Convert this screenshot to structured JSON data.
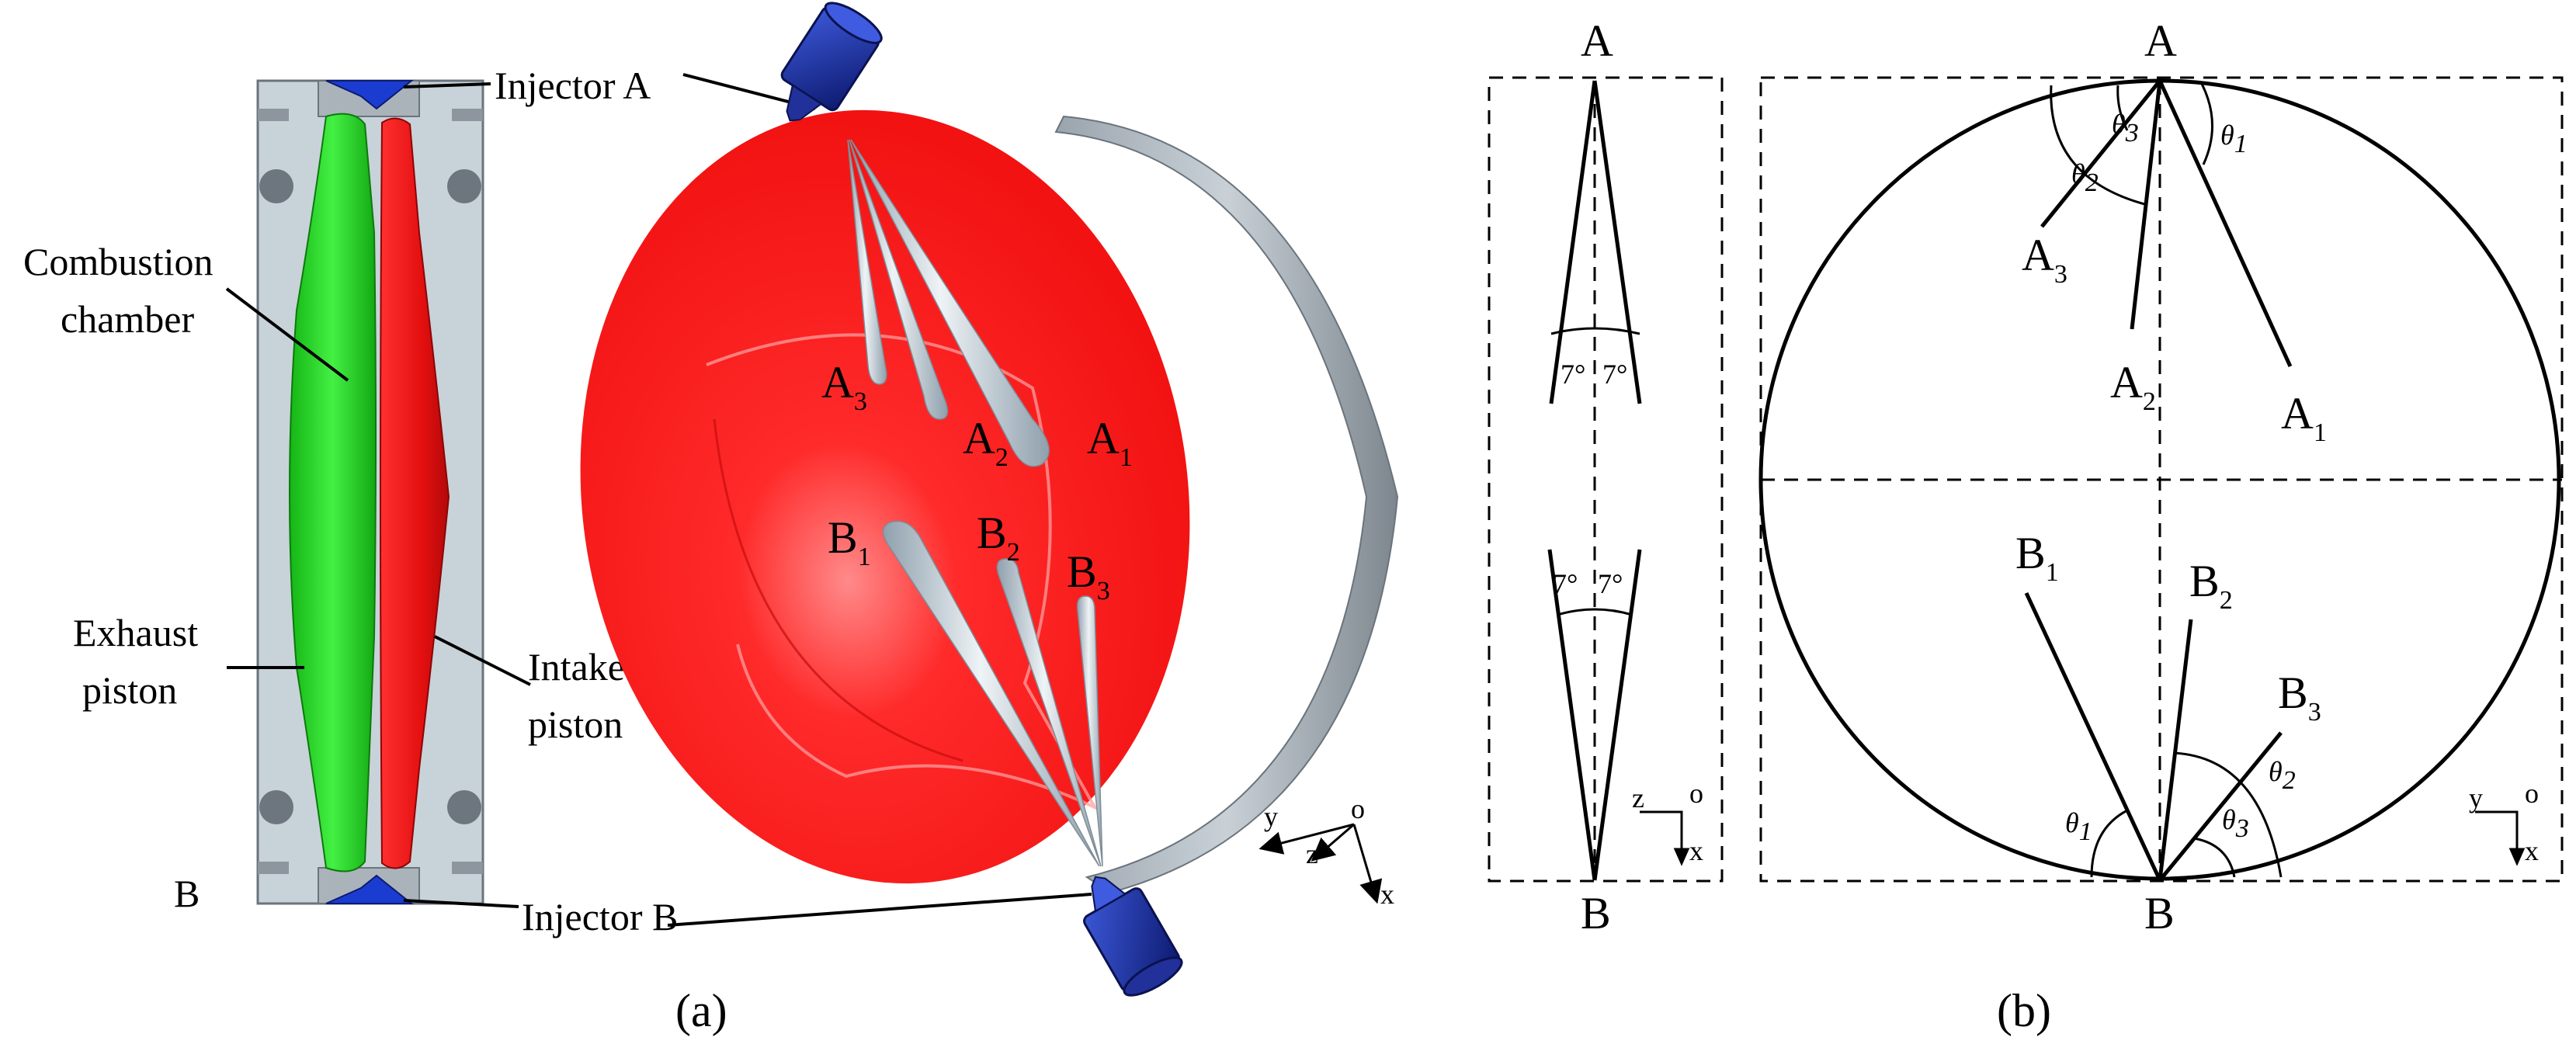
{
  "panel_a": {
    "caption": "(a)",
    "labels": {
      "injector_a": "Injector A",
      "injector_b": "Injector B",
      "combustion_chamber_line1": "Combustion",
      "combustion_chamber_line2": "chamber",
      "exhaust_piston_line1": "Exhaust",
      "exhaust_piston_line2": "piston",
      "intake_piston_line1": "Intake",
      "intake_piston_line2": "piston",
      "point_b": "B"
    },
    "sprays": {
      "a1": {
        "base": "A",
        "sub": "1"
      },
      "a2": {
        "base": "A",
        "sub": "2"
      },
      "a3": {
        "base": "A",
        "sub": "3"
      },
      "b1": {
        "base": "B",
        "sub": "1"
      },
      "b2": {
        "base": "B",
        "sub": "2"
      },
      "b3": {
        "base": "B",
        "sub": "3"
      }
    },
    "axes": {
      "y": "y",
      "z": "z",
      "o": "o",
      "x": "x"
    },
    "colors": {
      "piston_red": "#ff1a1a",
      "exhaust_green": "#22dd22",
      "injector_blue": "#1a2e9e",
      "metal_gray": "#c8d2d9"
    }
  },
  "panel_b": {
    "caption": "(b)",
    "side_view": {
      "top": "A",
      "bottom": "B",
      "angles": {
        "top_left": "7°",
        "top_right": "7°",
        "bottom_left": "7°",
        "bottom_right": "7°"
      },
      "axes": {
        "z": "z",
        "o": "o",
        "x": "x"
      }
    },
    "top_view": {
      "top": "A",
      "bottom": "B",
      "sprays": {
        "a1": {
          "base": "A",
          "sub": "1"
        },
        "a2": {
          "base": "A",
          "sub": "2"
        },
        "a3": {
          "base": "A",
          "sub": "3"
        },
        "b1": {
          "base": "B",
          "sub": "1"
        },
        "b2": {
          "base": "B",
          "sub": "2"
        },
        "b3": {
          "base": "B",
          "sub": "3"
        }
      },
      "angles": {
        "theta": "θ",
        "s1": "1",
        "s2": "2",
        "s3": "3"
      },
      "axes": {
        "y": "y",
        "o": "o",
        "x": "x"
      }
    }
  }
}
